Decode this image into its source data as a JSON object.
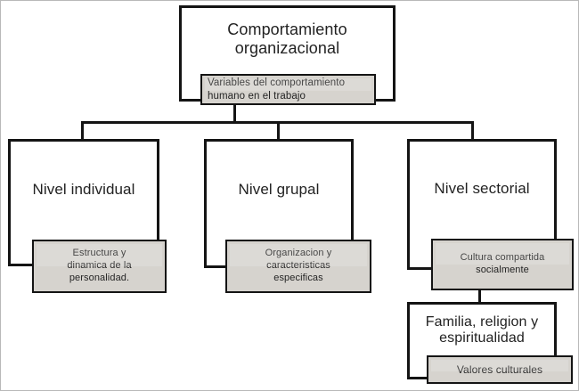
{
  "diagram": {
    "title_node": {
      "name": "comportamiento-organizacional",
      "label": "Comportamiento\norganizacional",
      "sub_label": "Variables del comportamiento\nhumano  en el trabajo"
    },
    "branches": [
      {
        "name": "nivel-individual",
        "label": "Nivel individual",
        "sub_label": "Estructura y\ndinamica  de la\npersonalidad."
      },
      {
        "name": "nivel-grupal",
        "label": "Nivel grupal",
        "sub_label": "Organizacion  y\ncaracteristicas\nespecificas"
      },
      {
        "name": "nivel-sectorial",
        "label": "Nivel sectorial",
        "sub_label": "Cultura  compartida\nsocialmente"
      }
    ],
    "leaf_node": {
      "name": "familia-religion-espiritualidad",
      "label": "Familia, religion y\nespiritualidad",
      "sub_label": "Valores culturales"
    },
    "colors": {
      "line": "#141414",
      "box_fill": "#ffffff",
      "sub_fill": "#d6d3ce",
      "text": "#222222"
    }
  }
}
